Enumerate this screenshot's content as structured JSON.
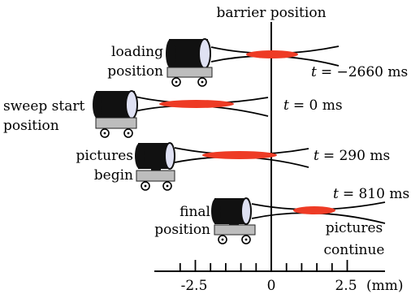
{
  "title": "barrier position",
  "colors": {
    "cloud": "#ee3b25",
    "cannon_body": "#111111",
    "lens": "#dfe1f3",
    "cart": "#bdbdbd",
    "line": "#000000"
  },
  "stages": [
    {
      "label_line1": "loading",
      "label_line2": "position",
      "time_var": "t",
      "time_value": "= −2660 ms"
    },
    {
      "label_line1": "sweep start",
      "label_line2": "position",
      "time_var": "t",
      "time_value": "= 0 ms"
    },
    {
      "label_line1": "pictures",
      "label_line2": "begin",
      "time_var": "t",
      "time_value": "= 290 ms"
    },
    {
      "label_line1": "final",
      "label_line2": "position",
      "time_var": "t",
      "time_value": "= 810 ms"
    }
  ],
  "annotation": {
    "line1": "pictures",
    "line2": "continue"
  },
  "axis": {
    "ticks": [
      "-2.5",
      "0",
      "2.5"
    ],
    "unit": "(mm)"
  }
}
